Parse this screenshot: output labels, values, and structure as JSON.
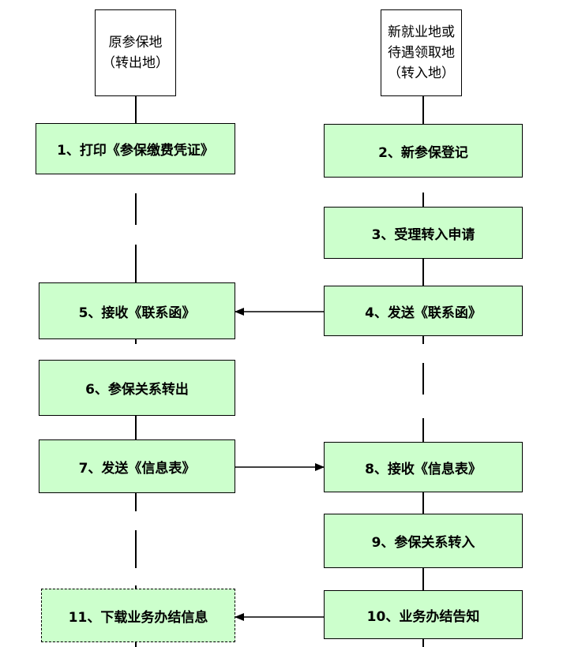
{
  "left_lane": {
    "header": "原参保地\n（转出地）"
  },
  "right_lane": {
    "header": "新就业地或\n待遇领取地\n（转入地）"
  },
  "steps": {
    "s1": "1、打印《参保缴费凭证》",
    "s2": "2、新参保登记",
    "s3": "3、受理转入申请",
    "s4": "4、发送《联系函》",
    "s5": "5、接收《联系函》",
    "s6": "6、参保关系转出",
    "s7": "7、发送《信息表》",
    "s8": "8、接收《信息表》",
    "s9": "9、参保关系转入",
    "s10": "10、业务办结告知",
    "s11": "11、下载业务办结信息"
  },
  "colors": {
    "step_fill": "#ccffcc",
    "stroke": "#000000"
  }
}
